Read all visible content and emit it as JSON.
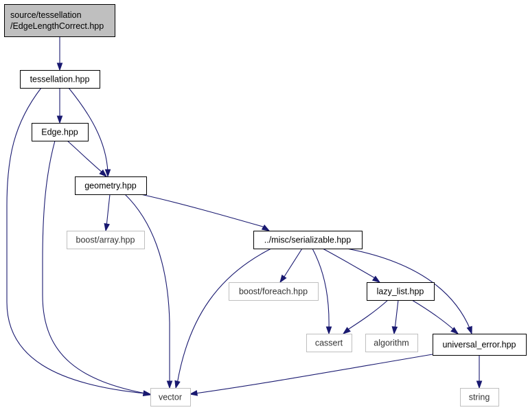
{
  "colors": {
    "edge": "#191970",
    "root_fill": "#bfbfbf",
    "local_stroke": "#000000",
    "external_stroke": "#bfbfbf",
    "node_fill": "#ffffff",
    "text": "#000000"
  },
  "nodes": [
    {
      "id": "root",
      "kind": "root",
      "lines": [
        "source/tessellation",
        "/EdgeLengthCorrect.hpp"
      ]
    },
    {
      "id": "tessellation",
      "kind": "local",
      "lines": [
        "tessellation.hpp"
      ]
    },
    {
      "id": "edge",
      "kind": "local",
      "lines": [
        "Edge.hpp"
      ]
    },
    {
      "id": "geometry",
      "kind": "local",
      "lines": [
        "geometry.hpp"
      ]
    },
    {
      "id": "boost_array",
      "kind": "external",
      "lines": [
        "boost/array.hpp"
      ]
    },
    {
      "id": "serializable",
      "kind": "local",
      "lines": [
        "../misc/serializable.hpp"
      ]
    },
    {
      "id": "boost_foreach",
      "kind": "external",
      "lines": [
        "boost/foreach.hpp"
      ]
    },
    {
      "id": "lazy_list",
      "kind": "local",
      "lines": [
        "lazy_list.hpp"
      ]
    },
    {
      "id": "cassert",
      "kind": "external",
      "lines": [
        "cassert"
      ]
    },
    {
      "id": "algorithm",
      "kind": "external",
      "lines": [
        "algorithm"
      ]
    },
    {
      "id": "universal_error",
      "kind": "local",
      "lines": [
        "universal_error.hpp"
      ]
    },
    {
      "id": "vector",
      "kind": "external",
      "lines": [
        "vector"
      ]
    },
    {
      "id": "string",
      "kind": "external",
      "lines": [
        "string"
      ]
    }
  ],
  "edges": [
    {
      "from": "root",
      "to": "tessellation"
    },
    {
      "from": "tessellation",
      "to": "edge"
    },
    {
      "from": "tessellation",
      "to": "geometry"
    },
    {
      "from": "tessellation",
      "to": "vector"
    },
    {
      "from": "edge",
      "to": "geometry"
    },
    {
      "from": "edge",
      "to": "vector"
    },
    {
      "from": "geometry",
      "to": "boost_array"
    },
    {
      "from": "geometry",
      "to": "serializable"
    },
    {
      "from": "geometry",
      "to": "vector"
    },
    {
      "from": "serializable",
      "to": "boost_foreach"
    },
    {
      "from": "serializable",
      "to": "cassert"
    },
    {
      "from": "serializable",
      "to": "lazy_list"
    },
    {
      "from": "serializable",
      "to": "universal_error"
    },
    {
      "from": "serializable",
      "to": "vector"
    },
    {
      "from": "lazy_list",
      "to": "cassert"
    },
    {
      "from": "lazy_list",
      "to": "algorithm"
    },
    {
      "from": "lazy_list",
      "to": "universal_error"
    },
    {
      "from": "universal_error",
      "to": "vector"
    },
    {
      "from": "universal_error",
      "to": "string"
    }
  ]
}
